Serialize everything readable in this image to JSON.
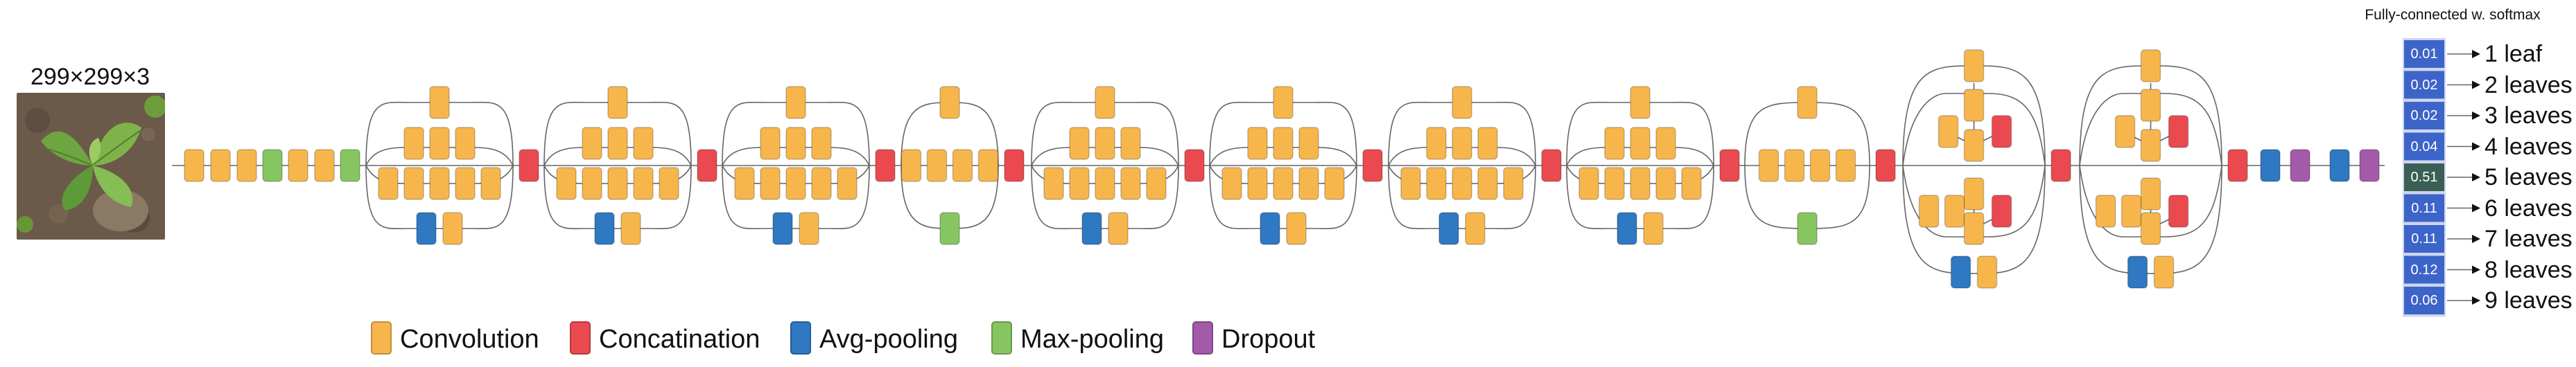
{
  "input": {
    "size_label": "299×299×3",
    "image": "photo of a small green plant seedling on soil"
  },
  "colors": {
    "convolution": "#f7b64c",
    "concatenation": "#ea4a4f",
    "avg_pooling": "#2f78c2",
    "max_pooling": "#86c560",
    "dropout": "#a35aa9",
    "line": "#666666",
    "fc_prob_default": "#3d64c9",
    "fc_prob_highlight": "#3a5f54"
  },
  "legend": [
    {
      "label": "Convolution",
      "color_key": "convolution"
    },
    {
      "label": "Concatination",
      "color_key": "concatenation"
    },
    {
      "label": "Avg-pooling",
      "color_key": "avg_pooling"
    },
    {
      "label": "Max-pooling",
      "color_key": "max_pooling"
    },
    {
      "label": "Dropout",
      "color_key": "dropout"
    }
  ],
  "fully_connected": {
    "title": "Fully-connected w. softmax",
    "outputs": [
      {
        "prob": "0.01",
        "label": "1 leaf"
      },
      {
        "prob": "0.02",
        "label": "2 leaves"
      },
      {
        "prob": "0.02",
        "label": "3 leaves"
      },
      {
        "prob": "0.04",
        "label": "4 leaves"
      },
      {
        "prob": "0.51",
        "label": "5 leaves",
        "highlight": true
      },
      {
        "prob": "0.11",
        "label": "6 leaves"
      },
      {
        "prob": "0.11",
        "label": "7 leaves"
      },
      {
        "prob": "0.12",
        "label": "8 leaves"
      },
      {
        "prob": "0.06",
        "label": "9 leaves"
      }
    ]
  },
  "network": {
    "stem": [
      "convolution",
      "convolution",
      "convolution",
      "max_pooling",
      "convolution",
      "convolution",
      "max_pooling"
    ],
    "modules": [
      {
        "type": "A"
      },
      {
        "type": "A"
      },
      {
        "type": "A"
      },
      {
        "type": "Reduction-A"
      },
      {
        "type": "B"
      },
      {
        "type": "B"
      },
      {
        "type": "B"
      },
      {
        "type": "B"
      },
      {
        "type": "Reduction-B"
      },
      {
        "type": "C"
      },
      {
        "type": "C"
      }
    ],
    "head": [
      "avg_pooling",
      "dropout",
      "avg_pooling",
      "dropout"
    ]
  }
}
